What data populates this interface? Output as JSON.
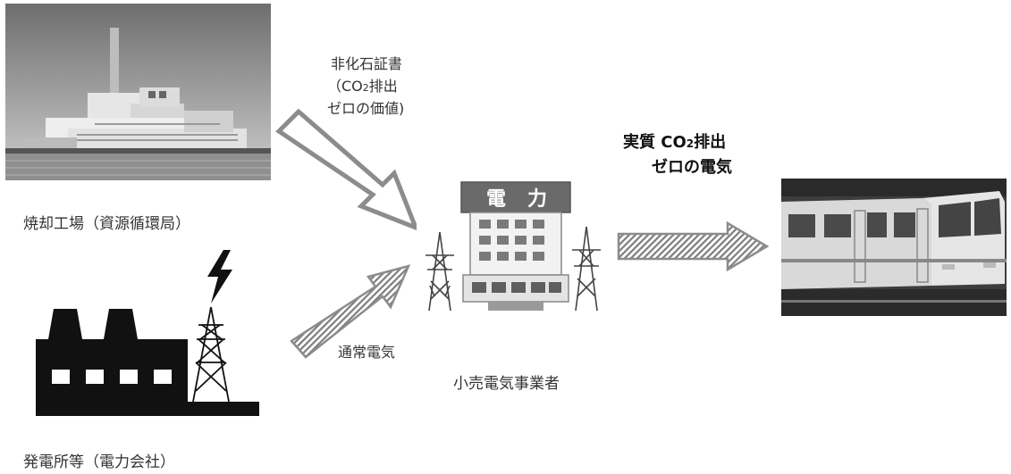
{
  "labels": {
    "certificate_line1": "非化石証書",
    "certificate_line2": "（CO",
    "certificate_line2_sub": "2",
    "certificate_line2_tail": "排出",
    "certificate_line3": "ゼロの価値)",
    "zero_line1": "実質 CO",
    "zero_line1_sub": "2",
    "zero_line1_tail": "排出",
    "zero_line2": "ゼロの電気",
    "incineration_plant": "焼却工場（資源循環局）",
    "power_plant": "発電所等（電力会社）",
    "normal_electricity": "通常電気",
    "retailer": "小売電気事業者",
    "building_sign_1": "電",
    "building_sign_2": "力"
  },
  "icons": {
    "incineration_photo": "incineration-plant-photo",
    "factory": "factory-icon",
    "lightning": "lightning-bolt-icon",
    "pylon": "power-pylon-icon",
    "retailer_building": "power-company-building-icon",
    "train_photo": "subway-train-photo"
  },
  "colors": {
    "arrow_outline": "#8c8c8c",
    "factory_black": "#111111",
    "building_body": "#f2f2f2",
    "building_window": "#7a7a7a"
  }
}
